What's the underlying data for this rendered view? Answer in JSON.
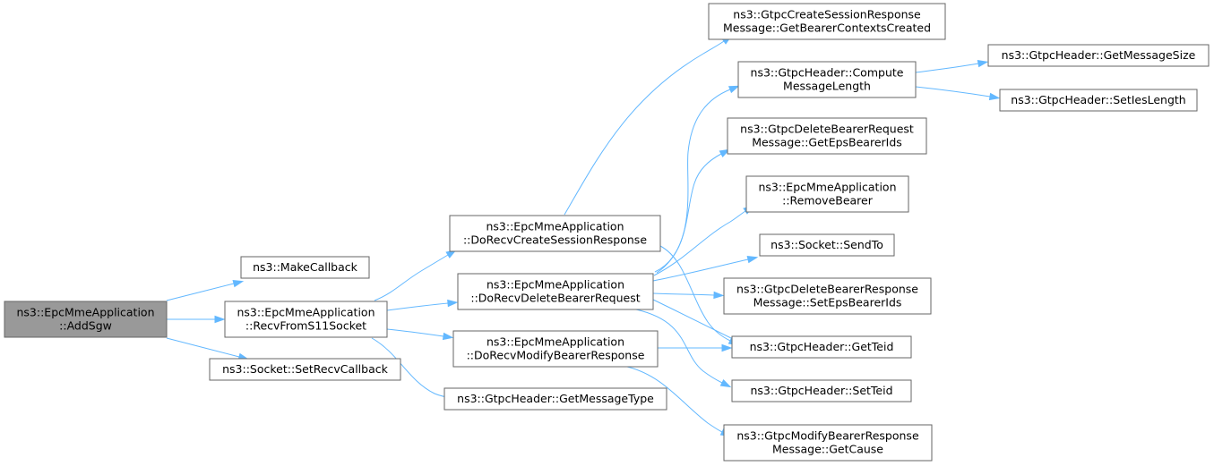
{
  "graph": {
    "colors": {
      "edge": "#63b8ff",
      "node_border": "#666666",
      "root_fill": "#999999",
      "node_fill": "#ffffff"
    },
    "nodes": [
      {
        "id": "addsgw",
        "lines": [
          "ns3::EpcMmeApplication",
          "::AddSgw"
        ],
        "root": true
      },
      {
        "id": "makecallback",
        "lines": [
          "ns3::MakeCallback"
        ]
      },
      {
        "id": "recvfroms11",
        "lines": [
          "ns3::EpcMmeApplication",
          "::RecvFromS11Socket"
        ]
      },
      {
        "id": "setrecvcallback",
        "lines": [
          "ns3::Socket::SetRecvCallback"
        ]
      },
      {
        "id": "dorecvcreate",
        "lines": [
          "ns3::EpcMmeApplication",
          "::DoRecvCreateSessionResponse"
        ]
      },
      {
        "id": "dorecvdelete",
        "lines": [
          "ns3::EpcMmeApplication",
          "::DoRecvDeleteBearerRequest"
        ]
      },
      {
        "id": "dorecvmodify",
        "lines": [
          "ns3::EpcMmeApplication",
          "::DoRecvModifyBearerResponse"
        ]
      },
      {
        "id": "getmessagetype",
        "lines": [
          "ns3::GtpcHeader::GetMessageType"
        ]
      },
      {
        "id": "getbearerctx",
        "lines": [
          "ns3::GtpcCreateSessionResponse",
          "Message::GetBearerContextsCreated"
        ]
      },
      {
        "id": "computelen",
        "lines": [
          "ns3::GtpcHeader::Compute",
          "MessageLength"
        ]
      },
      {
        "id": "getepsids",
        "lines": [
          "ns3::GtpcDeleteBearerRequest",
          "Message::GetEpsBearerIds"
        ]
      },
      {
        "id": "removebearer",
        "lines": [
          "ns3::EpcMmeApplication",
          "::RemoveBearer"
        ]
      },
      {
        "id": "sendto",
        "lines": [
          "ns3::Socket::SendTo"
        ]
      },
      {
        "id": "setepsids",
        "lines": [
          "ns3::GtpcDeleteBearerResponse",
          "Message::SetEpsBearerIds"
        ]
      },
      {
        "id": "getteid",
        "lines": [
          "ns3::GtpcHeader::GetTeid"
        ]
      },
      {
        "id": "setteid",
        "lines": [
          "ns3::GtpcHeader::SetTeid"
        ]
      },
      {
        "id": "getcause",
        "lines": [
          "ns3::GtpcModifyBearerResponse",
          "Message::GetCause"
        ]
      },
      {
        "id": "getmsgsize",
        "lines": [
          "ns3::GtpcHeader::GetMessageSize"
        ]
      },
      {
        "id": "setieslen",
        "lines": [
          "ns3::GtpcHeader::SetIesLength"
        ]
      }
    ],
    "edges": [
      {
        "from": "addsgw",
        "to": "makecallback"
      },
      {
        "from": "addsgw",
        "to": "recvfroms11"
      },
      {
        "from": "addsgw",
        "to": "setrecvcallback"
      },
      {
        "from": "recvfroms11",
        "to": "dorecvcreate"
      },
      {
        "from": "recvfroms11",
        "to": "dorecvdelete"
      },
      {
        "from": "recvfroms11",
        "to": "dorecvmodify"
      },
      {
        "from": "recvfroms11",
        "to": "getmessagetype"
      },
      {
        "from": "dorecvcreate",
        "to": "getbearerctx"
      },
      {
        "from": "dorecvcreate",
        "to": "getteid"
      },
      {
        "from": "dorecvdelete",
        "to": "computelen"
      },
      {
        "from": "dorecvdelete",
        "to": "getepsids"
      },
      {
        "from": "dorecvdelete",
        "to": "removebearer"
      },
      {
        "from": "dorecvdelete",
        "to": "sendto"
      },
      {
        "from": "dorecvdelete",
        "to": "setepsids"
      },
      {
        "from": "dorecvdelete",
        "to": "getteid"
      },
      {
        "from": "dorecvdelete",
        "to": "setteid"
      },
      {
        "from": "dorecvmodify",
        "to": "getteid"
      },
      {
        "from": "dorecvmodify",
        "to": "getcause"
      },
      {
        "from": "computelen",
        "to": "getmsgsize"
      },
      {
        "from": "computelen",
        "to": "setieslen"
      }
    ]
  }
}
